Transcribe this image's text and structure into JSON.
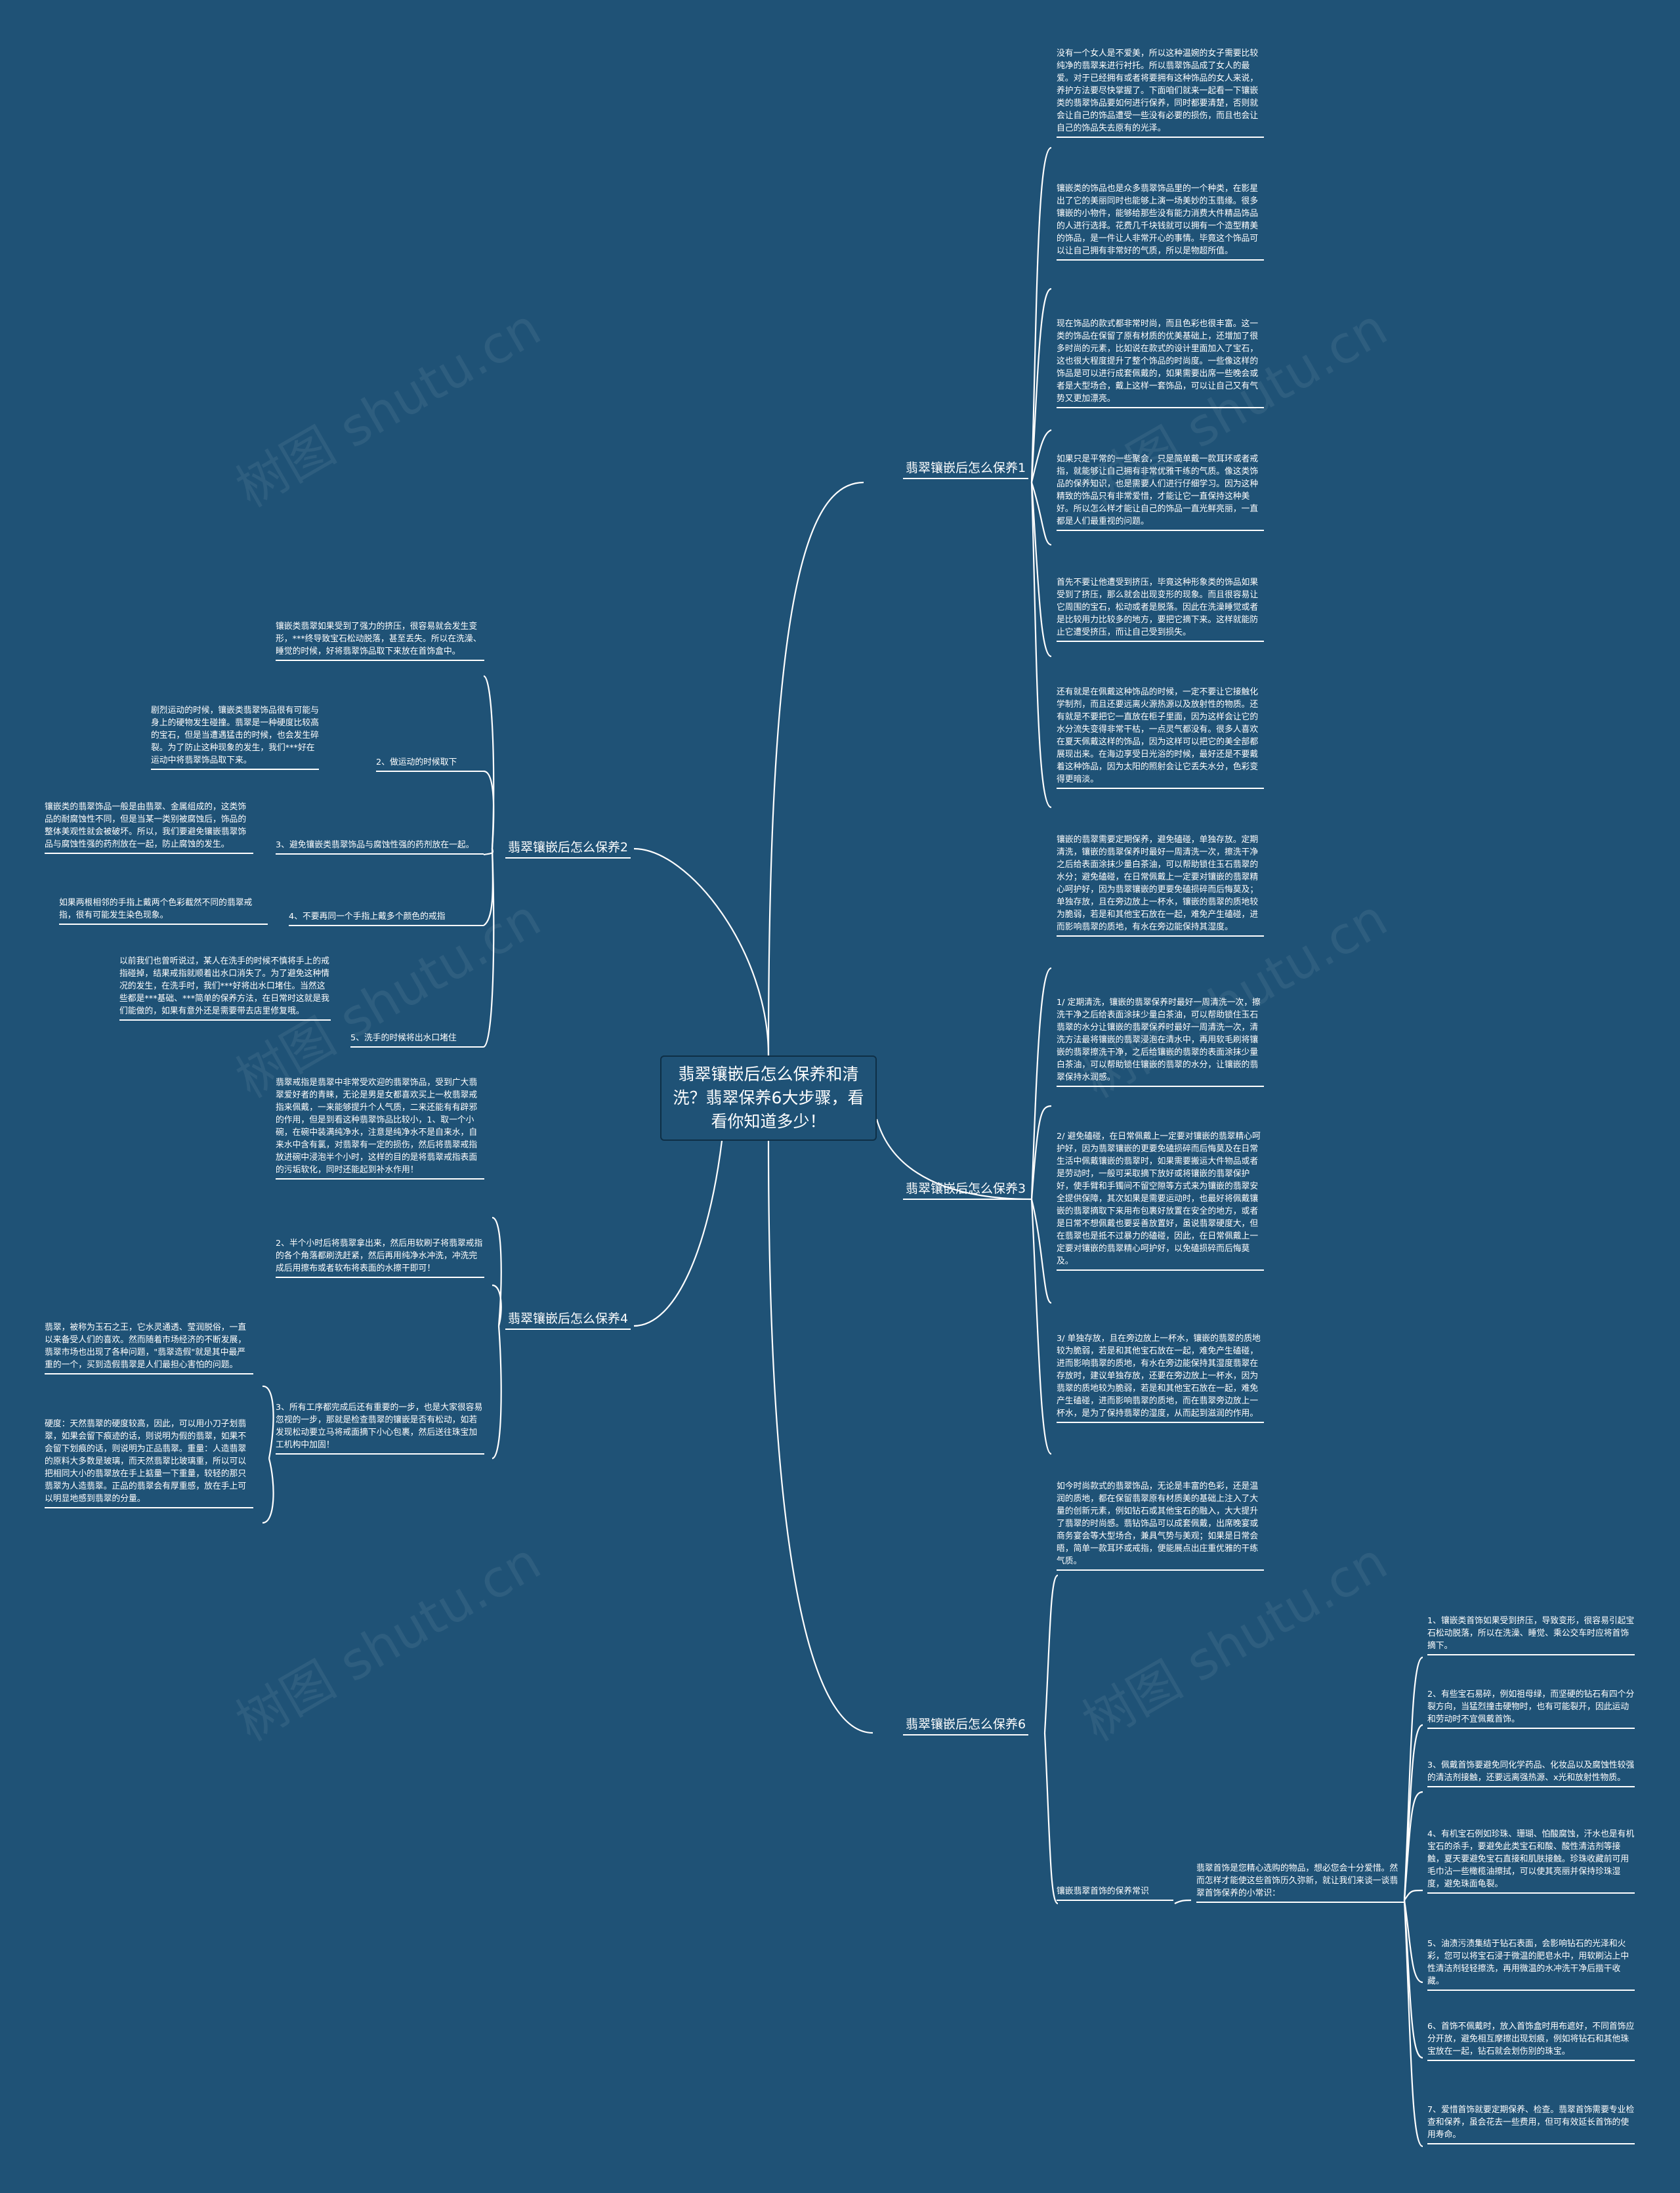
{
  "watermark": "树图 shutu.cn",
  "center": {
    "text": "翡翠镶嵌后怎么保养和清洗？翡翠保养6大步骤，看看你知道多少！"
  },
  "branch1": {
    "label": "翡翠镶嵌后怎么保养1",
    "items": [
      "没有一个女人是不爱美，所以这种温婉的女子需要比较纯净的翡翠来进行衬托。所以翡翠饰品成了女人的最爱。对于已经拥有或者将要拥有这种饰品的女人来说，养护方法要尽快掌握了。下面咱们就来一起看一下镶嵌类的翡翠饰品要如何进行保养，同时都要清楚，否则就会让自己的饰品遭受一些没有必要的损伤，而且也会让自己的饰品失去原有的光泽。",
      "镶嵌类的饰品也是众多翡翠饰品里的一个种类，在影星出了它的美丽同时也能够上演一场美妙的玉翡缘。很多镶嵌的小物件，能够给那些没有能力消费大件精品饰品的人进行选择。花费几千块钱就可以拥有一个造型精美的饰品，是一件让人非常开心的事情。毕竟这个饰品可以让自己拥有非常好的气质，所以是物超所值。",
      "现在饰品的款式都非常时尚，而且色彩也很丰富。这一类的饰品在保留了原有材质的优美基础上，还增加了很多时尚的元素，比如说在款式的设计里面加入了宝石，这也很大程度提升了整个饰品的时尚度。一些像这样的饰品是可以进行成套佩戴的，如果需要出席一些晚会或者是大型场合，戴上这样一套饰品，可以让自己又有气势又更加漂亮。",
      "如果只是平常的一些聚会，只是简单戴一款耳环或者戒指，就能够让自己拥有非常优雅干练的气质。像这类饰品的保养知识，也是需要人们进行仔细学习。因为这种精致的饰品只有非常爱惜，才能让它一直保持这种美好。所以怎么样才能让自己的饰品一直光鲜亮丽，一直都是人们最重视的问题。",
      "首先不要让他遭受到挤压，毕竟这种形象类的饰品如果受到了挤压，那么就会出现变形的现象。而且很容易让它周围的宝石，松动或者是脱落。因此在洗澡睡觉或者是比较用力比较多的地方，要把它摘下来。这样就能防止它遭受挤压，而让自己受到损失。",
      "还有就是在佩戴这种饰品的时候，一定不要让它接触化学制剂，而且还要远离火源热源以及放射性的物质。还有就是不要把它一直放在柜子里面，因为这样会让它的水分流失变得非常干枯，一点灵气都没有。很多人喜欢在夏天佩戴这样的饰品，因为这样可以把它的美全部都展现出来。在海边享受日光浴的时候，最好还是不要戴着这种饰品，因为太阳的照射会让它丢失水分，色彩变得更暗淡。"
    ]
  },
  "branch2": {
    "label": "翡翠镶嵌后怎么保养2",
    "items": [
      {
        "text": "镶嵌类翡翠如果受到了强力的挤压，很容易就会发生变形，***终导致宝石松动脱落，甚至丢失。所以在洗澡、睡觉的时候，好将翡翠饰品取下来放在首饰盒中。",
        "label": ""
      },
      {
        "text": "剧烈运动的时候，镶嵌类翡翠饰品很有可能与身上的硬物发生碰撞。翡翠是一种硬度比较高的宝石，但是当遭遇猛击的时候，也会发生碎裂。为了防止这种现象的发生，我们***好在运动中将翡翠饰品取下来。",
        "label": "2、做运动的时候取下"
      },
      {
        "text": "镶嵌类的翡翠饰品一般是由翡翠、金属组成的，这类饰品的耐腐蚀性不同，但是当某一类别被腐蚀后，饰品的整体美观性就会被破坏。所以，我们要避免镶嵌翡翠饰品与腐蚀性强的药剂放在一起，防止腐蚀的发生。",
        "label": "3、避免镶嵌类翡翠饰品与腐蚀性强的药剂放在一起。"
      },
      {
        "text": "如果两根相邻的手指上戴两个色彩截然不同的翡翠戒指，很有可能发生染色现象。",
        "label": "4、不要再同一个手指上戴多个颜色的戒指"
      },
      {
        "text": "以前我们也曾听说过，某人在洗手的时候不慎将手上的戒指碰掉，结果戒指就顺着出水口消失了。为了避免这种情况的发生，在洗手时，我们***好将出水口堵住。当然这些都是***基础、***简单的保养方法，在日常时这就是我们能做的，如果有意外还是需要带去店里修复哦。",
        "label": "5、洗手的时候将出水口堵住"
      }
    ]
  },
  "branch3": {
    "label": "翡翠镶嵌后怎么保养3",
    "items": [
      "镶嵌的翡翠需要定期保养，避免磕碰，单独存放。定期清洗，镶嵌的翡翠保养时最好一周清洗一次，擦洗干净之后给表面涂抹少量白茶油，可以帮助锁住玉石翡翠的水分；避免磕碰，在日常佩戴上一定要对镶嵌的翡翠精心呵护好，因为翡翠镶嵌的更要免磕损碎而后悔莫及；单独存放，且在旁边放上一杯水，镶嵌的翡翠的质地较为脆弱，若是和其他宝石放在一起，难免产生磕碰，进而影响翡翠的质地，有水在旁边能保持其湿度。",
      "1/ 定期清洗，镶嵌的翡翠保养时最好一周清洗一次，擦洗干净之后给表面涂抹少量白茶油，可以帮助锁住玉石翡翠的水分让镶嵌的翡翠保养时最好一周清洗一次，清洗方法最将镶嵌的翡翠浸泡在清水中，再用软毛刷将镶嵌的翡翠擦洗干净，之后给镶嵌的翡翠的表面涂抹少量白茶油，可以帮助锁住镶嵌的翡翠的水分，让镶嵌的翡翠保持水润感。",
      "2/ 避免磕碰，在日常佩戴上一定要对镶嵌的翡翠精心呵护好，因为翡翠镶嵌的更要免磕损碎而后悔莫及在日常生活中佩戴镶嵌的翡翠时，如果需要搬运大件物品或者是劳动时，一般可采取摘下放好或将镶嵌的翡翠保护好，使手臂和手镯间不留空隙等方式来为镶嵌的翡翠安全提供保障，其次如果是需要运动时，也最好将佩戴镶嵌的翡翠摘取下来用布包裹好放置在安全的地方，或者是日常不想佩戴也要妥善放置好，虽说翡翠硬度大，但在翡翠也是抵不过暴力的磕碰，因此，在日常佩戴上一定要对镶嵌的翡翠精心呵护好，以免磕损碎而后悔莫及。",
      "3/ 单独存放，且在旁边放上一杯水，镶嵌的翡翠的质地较为脆弱，若是和其他宝石放在一起，难免产生磕碰，进而影响翡翠的质地，有水在旁边能保持其湿度翡翠在存放时，建议单独存放，还要在旁边放上一杯水，因为翡翠的质地较为脆弱，若是和其他宝石放在一起，难免产生磕碰，进而影响翡翠的质地，而在翡翠旁边放上一杯水，是为了保持翡翠的湿度，从而起到滋润的作用。"
    ]
  },
  "branch4": {
    "label": "翡翠镶嵌后怎么保养4",
    "items": [
      {
        "text": "翡翠戒指是翡翠中非常受欢迎的翡翠饰品，受到广大翡翠爱好者的青睐，无论是男是女都喜欢买上一枚翡翠戒指来佩戴，一来能够提升个人气质，二来还能有有辟邪的作用，但是到看这种翡翠饰品比较小，1、取一个小碗，在碗中装满纯净水，注意是纯净水不是自来水，自来水中含有氯，对翡翠有一定的损伤，然后将翡翠戒指放进碗中浸泡半个小时，这样的目的是将翡翠戒指表面的污垢软化，同时还能起到补水作用！",
        "label": ""
      },
      {
        "text": "2、半个小时后将翡翠拿出来，然后用软刷子将翡翠戒指的各个角落都刷洗赶紧，然后再用纯净水冲洗，冲洗完成后用擦布或者软布将表面的水擦干即可！",
        "label": ""
      },
      {
        "text": "翡翠，被称为玉石之王，它水灵通透、莹润脱俗，一直以来备受人们的喜欢。然而随着市场经济的不断发展，翡翠市场也出现了各种问题，\"翡翠造假\"就是其中最严重的一个，买到造假翡翠是人们最担心害怕的问题。",
        "label": ""
      },
      {
        "text": "硬度：天然翡翠的硬度较高，因此，可以用小刀子划翡翠，如果会留下痕迹的话，则说明为假的翡翠，如果不会留下划痕的话，则说明为正品翡翠。重量：人造翡翠的原料大多数是玻璃，而天然翡翠比玻璃重，所以可以把相同大小的翡翠放在手上掂量一下重量，较轻的那只翡翠为人造翡翠。正品的翡翠会有厚重感，放在手上可以明显地感到翡翠的分量。",
        "label": ""
      },
      {
        "text": "3、所有工序都完成后还有重要的一步，也是大家很容易忽视的一步，那就是检查翡翠的镶嵌是否有松动，如若发现松动要立马将戒面摘下小心包裹，然后送往珠宝加工机构中加固！",
        "label": ""
      }
    ]
  },
  "branch6": {
    "label": "翡翠镶嵌后怎么保养6",
    "intro": "如今时尚款式的翡翠饰品，无论是丰富的色彩，还是温润的质地，都在保留翡翠原有材质美的基础上注入了大量的创新元素，例如钻石或其他宝石的融入，大大提升了翡翠的时尚感。翡钻饰品可以成套佩戴，出席晚宴或商务宴会等大型场合，兼具气势与美观；如果是日常会晤，简单一款耳环或戒指，便能展点出庄重优雅的干练气质。",
    "sub": {
      "label": "镶嵌翡翠首饰的保养常识",
      "intro": "翡翠首饰是您精心选购的物品，想必您会十分爱惜。然而怎样才能使这些首饰历久弥新，就让我们来谈一谈翡翠首饰保养的小常识：",
      "items": [
        "1、镶嵌类首饰如果受到挤压，导致变形，很容易引起宝石松动脱落，所以在洗澡、睡觉、乘公交车时应将首饰摘下。",
        "2、有些宝石易碎，例如祖母绿，而坚硬的钻石有四个分裂方向，当猛烈撞击硬物时，也有可能裂开，因此运动和劳动时不宜佩戴首饰。",
        "3、佩戴首饰要避免同化学药品、化妆品以及腐蚀性较强的清洁剂接触，还要远离强热源、x光和放射性物质。",
        "4、有机宝石例如珍珠、珊瑚、怕酸腐蚀，汗水也是有机宝石的杀手，要避免此类宝石和酸、酸性清洁剂等接触，夏天要避免宝石直接和肌肤接触。珍珠收藏前可用毛巾沾一些橄榄油擦拭，可以使其亮丽并保持珍珠湿度，避免珠面龟裂。",
        "5、油渍污渍集结于钻石表面，会影响钻石的光泽和火彩，您可以将宝石浸于微温的肥皂水中，用软刷沾上中性清洁剂轻轻擦洗，再用微温的水冲洗干净后揩干收藏。",
        "6、首饰不佩戴时，放入首饰盒时用布遮好，不同首饰应分开放，避免相互摩擦出现划痕，例如将钻石和其他珠宝放在一起，钻石就会划伤别的珠宝。",
        "7、爱惜首饰就要定期保养、检查。翡翠首饰需要专业检查和保养，虽会花去一些费用，但可有效延长首饰的使用寿命。"
      ]
    }
  }
}
